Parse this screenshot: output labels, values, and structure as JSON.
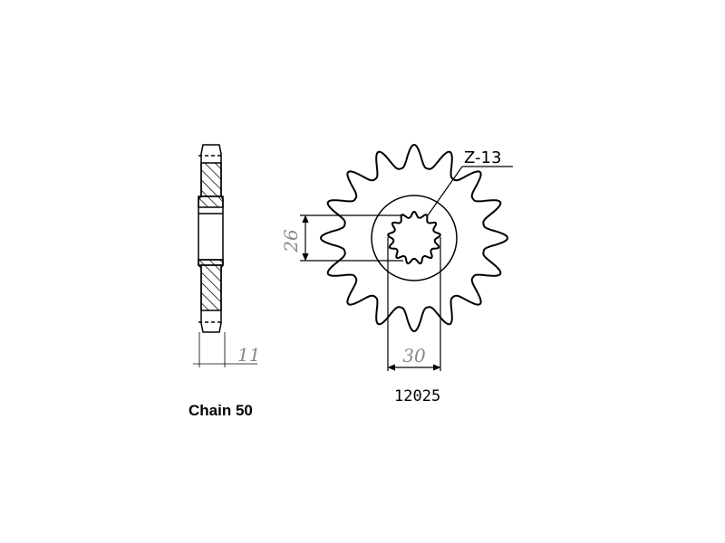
{
  "drawing": {
    "tooth_label": "Z-13",
    "dim_inner_diameter": "26",
    "dim_bore_width": "30",
    "dim_thickness": "11",
    "part_number": "12025",
    "chain_label": "Chain 50",
    "sprocket_teeth_drawn": 16,
    "spline_teeth_drawn": 13
  }
}
